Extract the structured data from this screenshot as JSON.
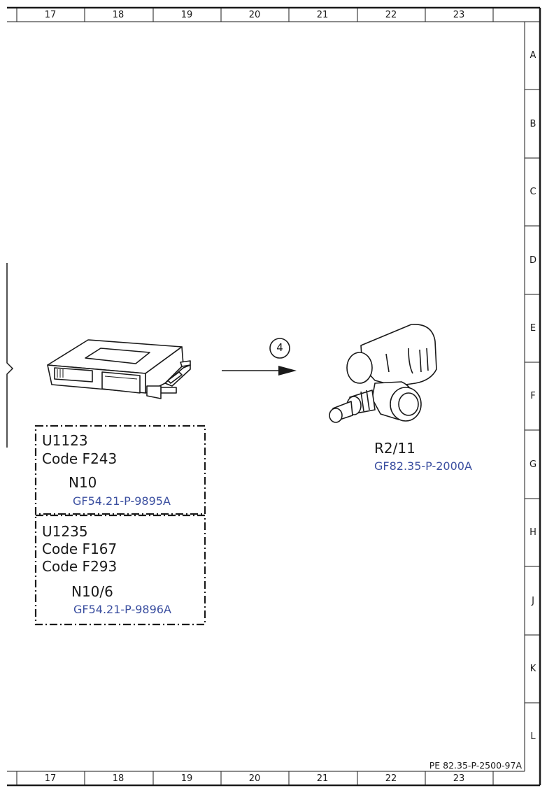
{
  "grid": {
    "columns_top": [
      "17",
      "18",
      "19",
      "20",
      "21",
      "22",
      "23"
    ],
    "columns_bottom": [
      "17",
      "18",
      "19",
      "20",
      "21",
      "22",
      "23"
    ],
    "rows": [
      "A",
      "B",
      "C",
      "D",
      "E",
      "F",
      "G",
      "H",
      "J",
      "K",
      "L"
    ]
  },
  "arrow_marker": "4",
  "box1": {
    "lines": [
      "U1123",
      "Code F243"
    ],
    "component": "N10",
    "ref": "GF54.21-P-9895A"
  },
  "box2": {
    "lines": [
      "U1235",
      "Code F167",
      "Code F293"
    ],
    "component": "N10/6",
    "ref": "GF54.21-P-9896A"
  },
  "right_component": {
    "label": "R2/11",
    "ref": "GF82.35-P-2000A"
  },
  "doc_id": "PE 82.35-P-2500-97A",
  "colors": {
    "line": "#1a1a1a",
    "link": "#3b4fa0"
  },
  "icons": [
    "control-unit-illustration",
    "sensor-illustration",
    "arrow-right-icon"
  ]
}
